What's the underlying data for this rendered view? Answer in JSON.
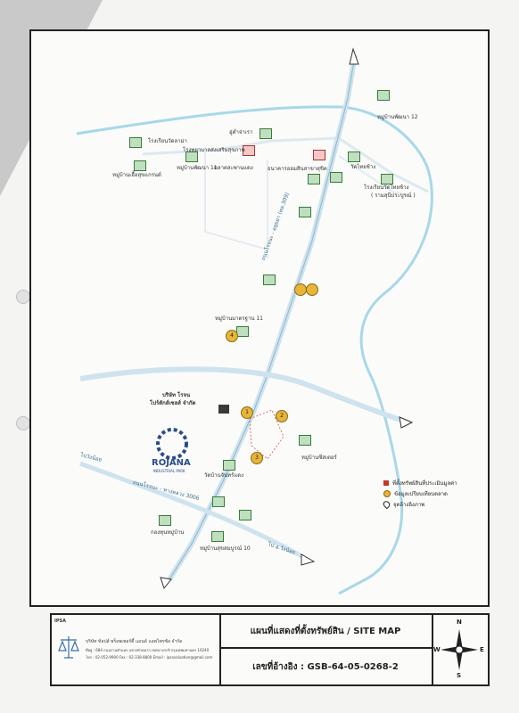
{
  "map": {
    "title": "แผนที่แสดงที่ตั้งทรัพย์สิน / SITE MAP",
    "reference": "เลขที่อ้างอิง : GSB-64-05-0268-2",
    "places": {
      "village12": "หมู่บ้านพัฒนา 12",
      "temple_school": "โรงเรียนวัดลาม่า",
      "clinic": "โรงพยาบาลส่งเสริมสุขภาพ",
      "bus": "อู่ต่ำจ่าเรา",
      "village_school": "หมู่บ้านเอื้อสุขแกรนด์",
      "village11": "หมู่บ้านพัฒนา 11",
      "market": "ตลาดสะพานแดง",
      "bank": "ธนาคารออมสินสาขาสุขิต",
      "temple": "วัดไทยช้าง",
      "school_right": "โรงเรียนวัดไทยช้าง",
      "school_right2": "( รามสุนีประบูรณ์ )",
      "village_mid": "หมู่บ้านมาตรฐาน 11",
      "company1": "บริษัท โรจน",
      "company2": "โปร์ดักส์เซลส์ จำกัด",
      "village_right": "หมู่บ้านซีสเตอร์",
      "temple_mid": "วัดบ้านจันทร์แดง",
      "village_bottom": "หมู่บ้านสุขสมบูรณ์ 10",
      "office": "กองทุนหมู่บ้าน",
      "road_v": "ถนนโรจนะ - อยุธยา (ทล.309)",
      "road_left1": "ไปวังน้อย",
      "road_left2": "ถนนโรจนะ - ทางหลวง 3006",
      "road_bottom": "ไป อ.วังน้อย",
      "rojana": "ROJANA",
      "rojana_sub": "INDUSTRIAL PARK"
    },
    "markers": [
      "1",
      "2",
      "3",
      "4"
    ],
    "legend": {
      "subject": "ที่ตั้งทรัพย์สินที่ประเมินมูลค่า",
      "comparable": "ข้อมูลเปรียบเทียบตลาด",
      "landmark": "จุดอ้างอิงภาพ"
    }
  },
  "company": {
    "logo_text": "IPSA",
    "name": "บริษัท ท้อปส์ พร็อพเพอร์ตี้ แอนด์ แอพไพรซัล จำกัด",
    "address": "ที่อยู่ : 684 ถนนรามคำแหง แขวงหัวหมาก เขตบางกะปิ กรุงเทพมหานคร 10240",
    "contact": "โทร : 02-052-9900 Fax : 02-338-8800 Email : ipsavaluation@gmail.com"
  },
  "compass": {
    "n": "N",
    "s": "S",
    "e": "E",
    "w": "W"
  },
  "colors": {
    "river": "#a8d8e8",
    "road": "#cfe3ee",
    "frame": "#222222",
    "subject": "#c0392b",
    "comparable": "#e6b53a"
  }
}
